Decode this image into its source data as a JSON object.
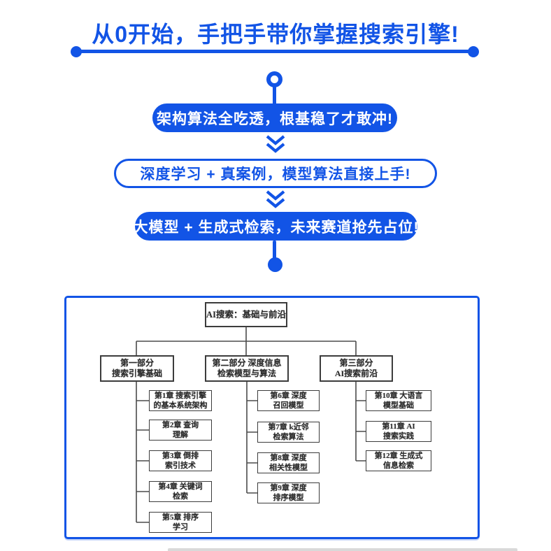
{
  "colors": {
    "accent": "#1254e6",
    "flowchart_line": "#4b4b4b",
    "flowchart_border": "#3c3c3c"
  },
  "icons": {
    "divider_end_dot": "filled-circle",
    "connector_ring": "hollow-circle",
    "chevron_down": "double-chevron-down",
    "terminal_dot": "filled-circle"
  },
  "header": {
    "title": "从0开始，手把手带你掌握搜索引擎!"
  },
  "highlights": [
    {
      "variant": "filled",
      "text": "架构算法全吃透，根基稳了才敢冲!"
    },
    {
      "variant": "outline",
      "text": "深度学习 + 真案例，模型算法直接上手!"
    },
    {
      "variant": "filled",
      "text": "大模型 + 生成式检索，未来赛道抢先占位!"
    }
  ],
  "flowchart": {
    "root": {
      "label": "AI搜索：基础与前沿"
    },
    "parts": [
      {
        "line1": "第一部分",
        "line2": "搜索引擎基础"
      },
      {
        "line1": "第二部分  深度信息",
        "line2": "检索模型与算法"
      },
      {
        "line1": "第三部分",
        "line2": "AI搜索前沿"
      }
    ],
    "columns": [
      {
        "chapters": [
          {
            "line1": "第1章  搜索引擎",
            "line2": "的基本系统架构"
          },
          {
            "line1": "第2章  查询",
            "line2": "理解"
          },
          {
            "line1": "第3章  倒排",
            "line2": "索引技术"
          },
          {
            "line1": "第4章  关键词",
            "line2": "检索"
          },
          {
            "line1": "第5章  排序",
            "line2": "学习"
          }
        ]
      },
      {
        "chapters": [
          {
            "line1": "第6章  深度",
            "line2": "召回模型"
          },
          {
            "line1": "第7章  k近邻",
            "line2": "检索算法"
          },
          {
            "line1": "第8章  深度",
            "line2": "相关性模型"
          },
          {
            "line1": "第9章  深度",
            "line2": "排序模型"
          }
        ]
      },
      {
        "chapters": [
          {
            "line1": "第10章  大语言",
            "line2": "模型基础"
          },
          {
            "line1": "第11章  AI",
            "line2": "搜索实践"
          },
          {
            "line1": "第12章  生成式",
            "line2": "信息检索"
          }
        ]
      }
    ]
  }
}
